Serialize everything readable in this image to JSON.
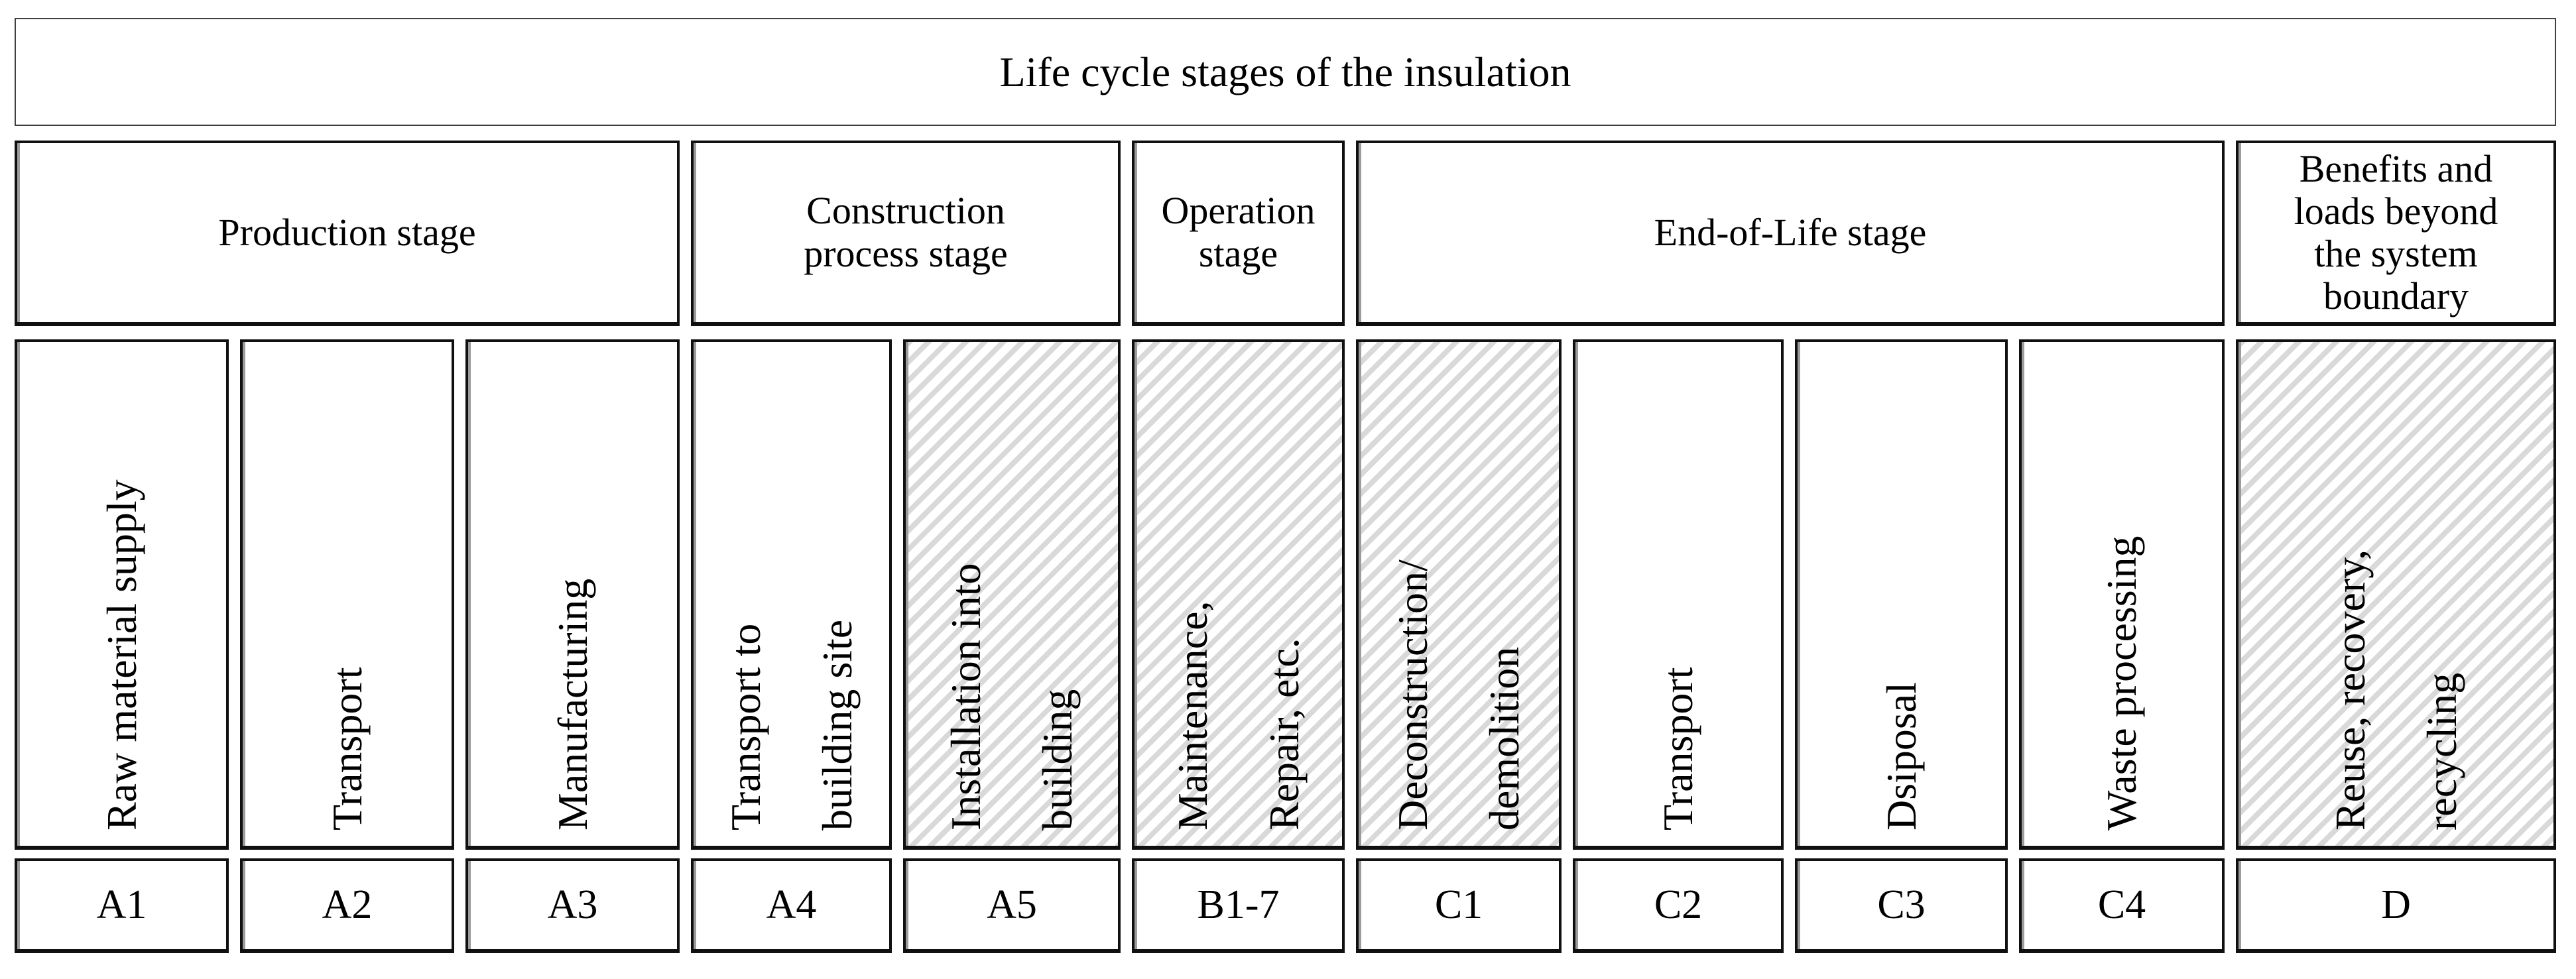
{
  "title": "Life cycle stages of the insulation",
  "stage_groups": [
    {
      "label_lines": [
        "Production stage"
      ]
    },
    {
      "label_lines": [
        "Construction",
        "process stage"
      ]
    },
    {
      "label_lines": [
        "Operation",
        "stage"
      ]
    },
    {
      "label_lines": [
        "End-of-Life stage"
      ]
    },
    {
      "label_lines": [
        "Benefits and",
        "loads beyond",
        "the system",
        "boundary"
      ]
    }
  ],
  "columns": [
    {
      "code": "A1",
      "label_lines": [
        "Raw material supply"
      ],
      "hatched": false
    },
    {
      "code": "A2",
      "label_lines": [
        "Transport"
      ],
      "hatched": false
    },
    {
      "code": "A3",
      "label_lines": [
        "Manufacturing"
      ],
      "hatched": false
    },
    {
      "code": "A4",
      "label_lines": [
        "Transport to",
        "building site"
      ],
      "hatched": false
    },
    {
      "code": "A5",
      "label_lines": [
        "Installation into",
        "building"
      ],
      "hatched": true
    },
    {
      "code": "B1-7",
      "label_lines": [
        "Maintenance,",
        "Repair, etc."
      ],
      "hatched": true
    },
    {
      "code": "C1",
      "label_lines": [
        "Deconstruction/",
        "demolition"
      ],
      "hatched": true
    },
    {
      "code": "C2",
      "label_lines": [
        "Transport"
      ],
      "hatched": false
    },
    {
      "code": "C3",
      "label_lines": [
        "Dsiposal"
      ],
      "hatched": false
    },
    {
      "code": "C4",
      "label_lines": [
        "Waste processing"
      ],
      "hatched": false
    },
    {
      "code": "D",
      "label_lines": [
        "Reuse, recovery,",
        "recycling"
      ],
      "hatched": true
    }
  ],
  "colors": {
    "background": "#ffffff",
    "text": "#000000",
    "border": "#101010",
    "title_border": "#3f3f3f",
    "hatch": "#d9d9d9",
    "inner_shadow": "#9c9c9c"
  }
}
